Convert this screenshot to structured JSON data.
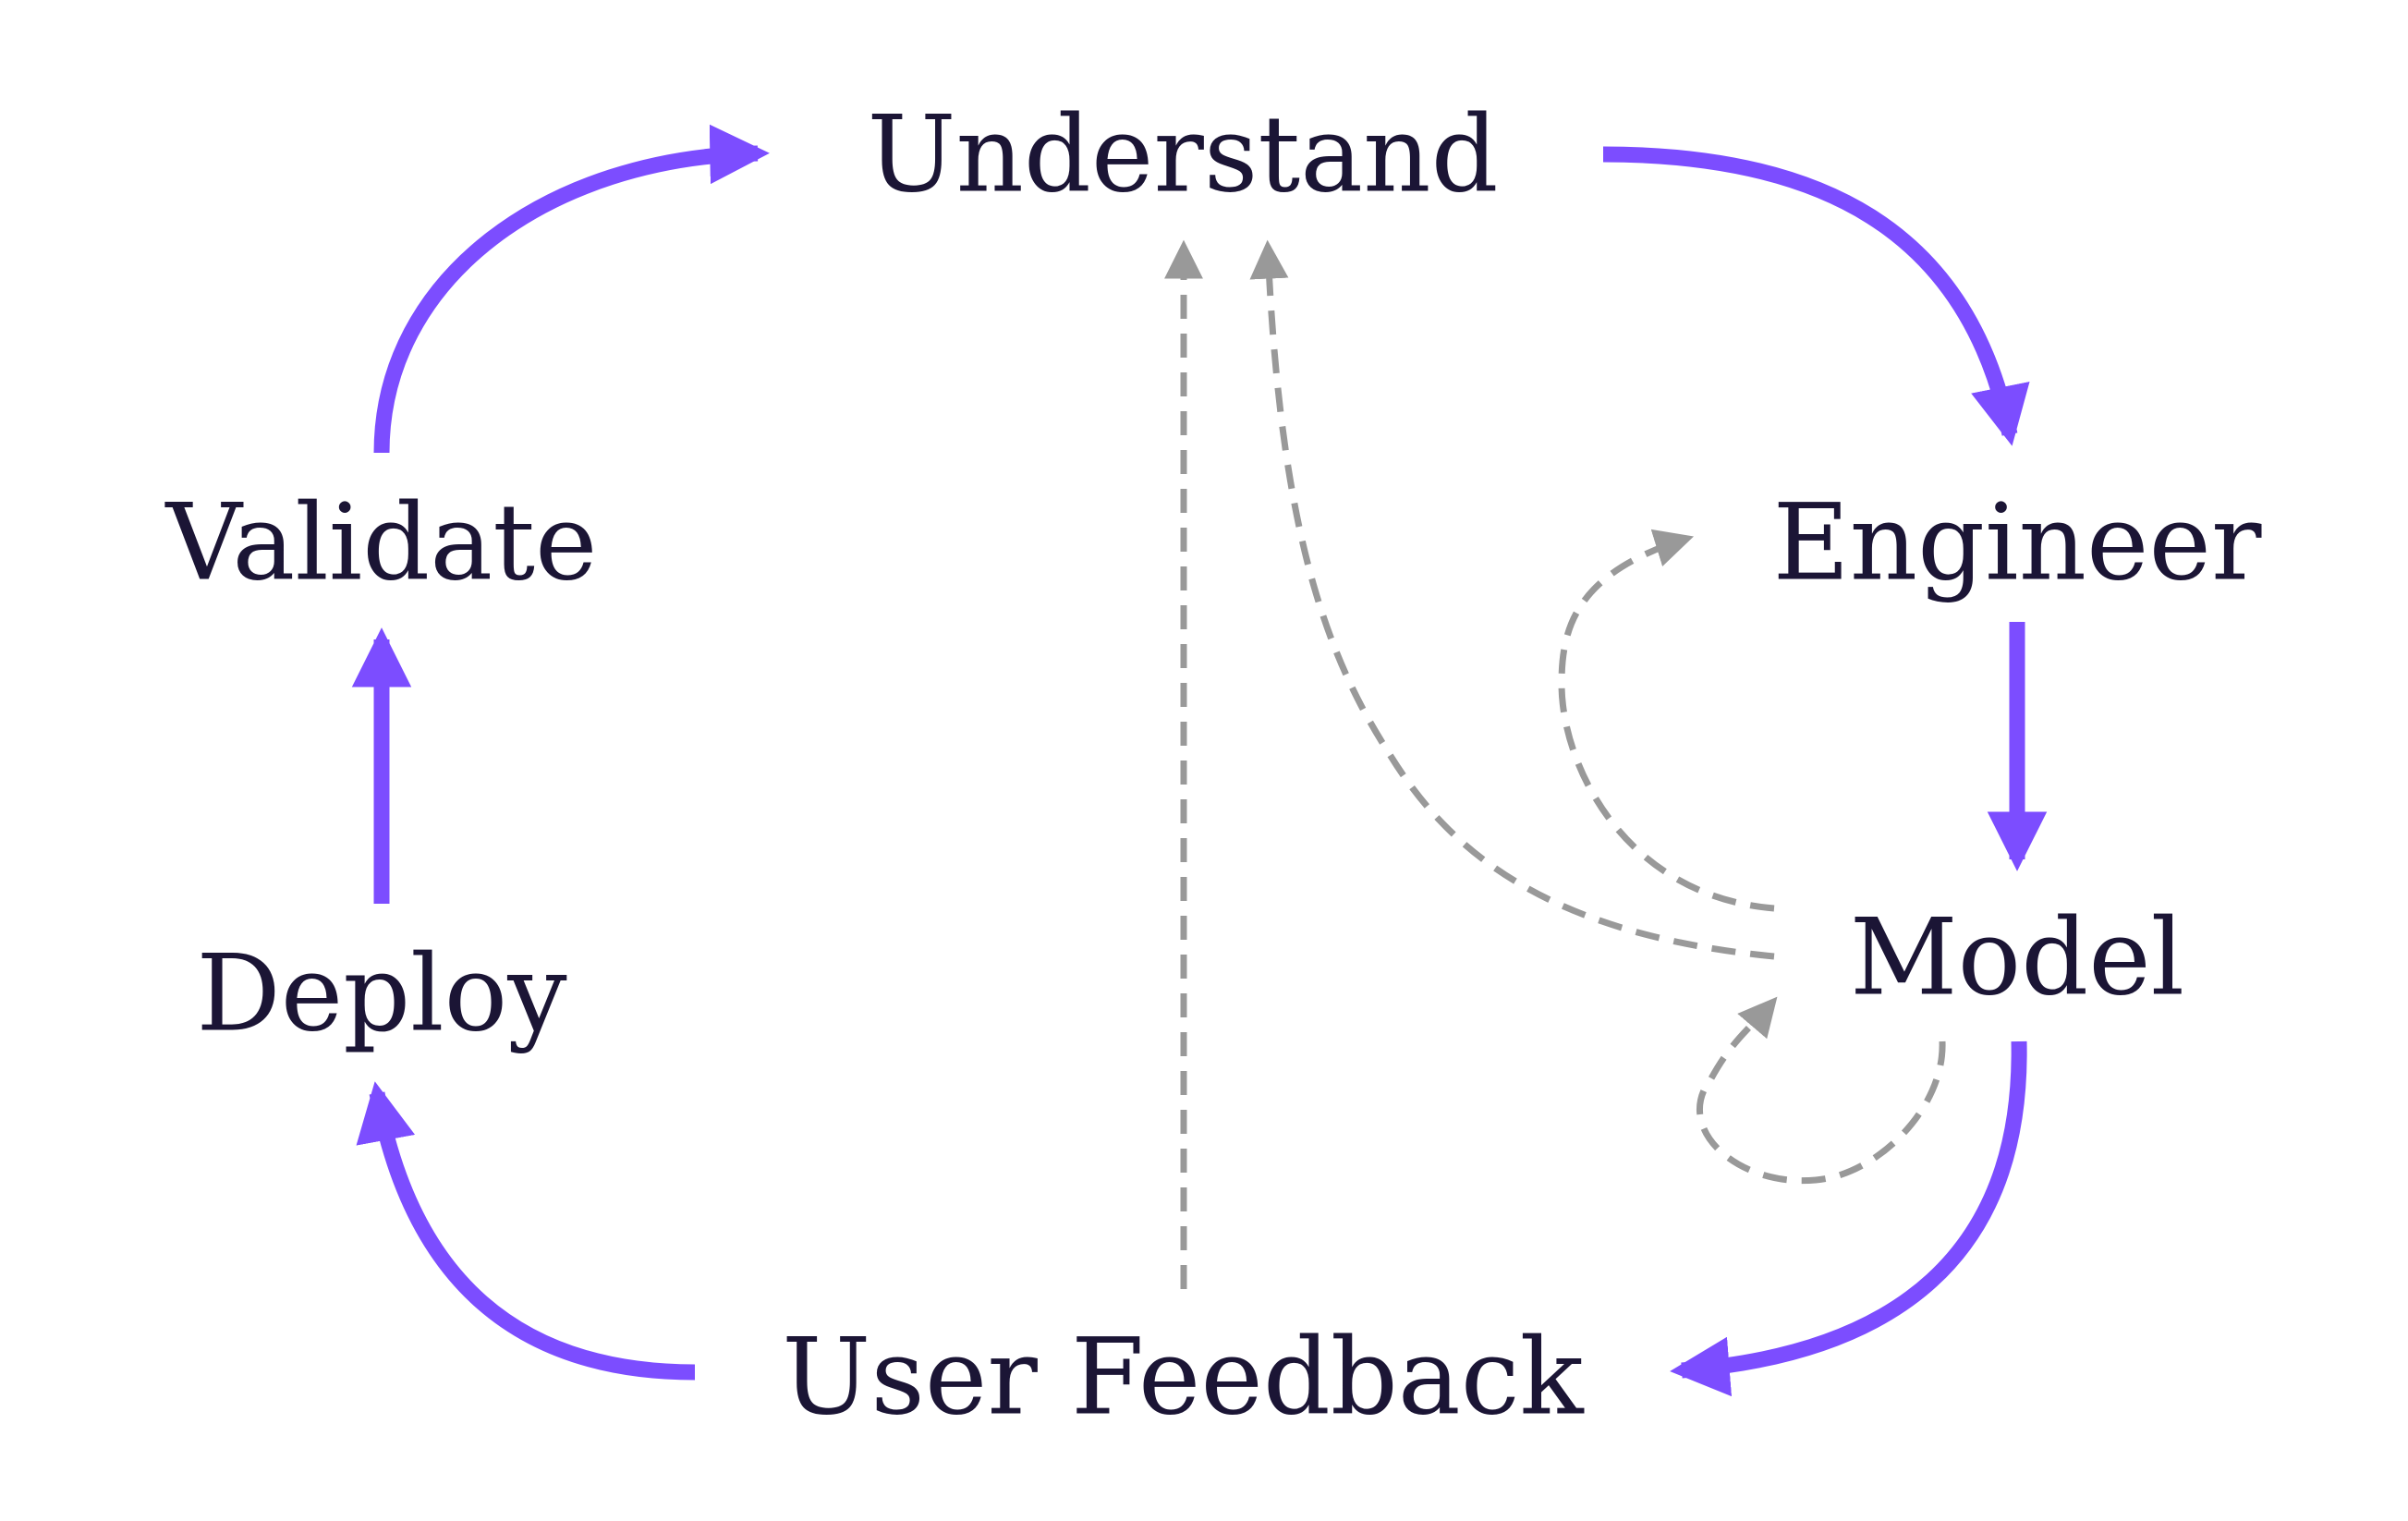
{
  "nodes": {
    "understand": "Understand",
    "engineer": "Engineer",
    "model": "Model",
    "user_feedback": "User Feedback",
    "deploy": "Deploy",
    "validate": "Validate"
  },
  "colors": {
    "flow_edge": "#7c4dff",
    "feedback_edge": "#999999",
    "label_text": "#1b1535",
    "background": "#ffffff"
  },
  "edges": {
    "primary_cycle": [
      "Understand",
      "Engineer",
      "Model",
      "User Feedback",
      "Deploy",
      "Validate",
      "Understand"
    ],
    "feedback_loops": [
      {
        "from": "User Feedback",
        "to": "Understand"
      },
      {
        "from": "Model",
        "to": "Understand"
      },
      {
        "from": "Model",
        "to": "Engineer"
      },
      {
        "from": "Model",
        "to": "Model"
      }
    ]
  }
}
